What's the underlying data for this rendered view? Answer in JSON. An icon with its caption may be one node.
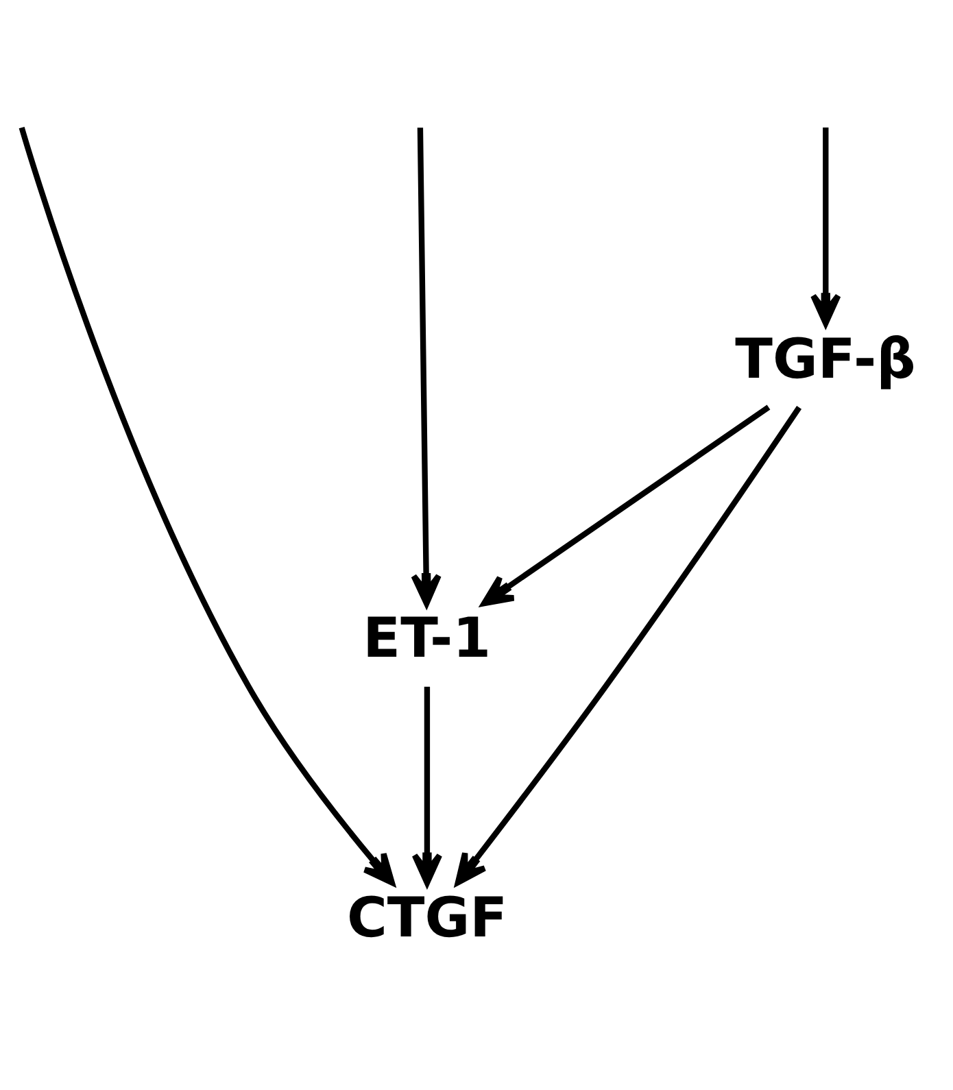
{
  "diagram": {
    "nodes": [
      {
        "text": [
          "TGF-β"
        ]
      },
      {
        "text": [
          "ET-1"
        ]
      },
      {
        "text": [
          "CTGF"
        ]
      }
    ],
    "edges": [
      {
        "from": null,
        "to": 1,
        "arrow": "to"
      },
      {
        "from": null,
        "to": 0,
        "arrow": "to"
      },
      {
        "from": null,
        "to": 2,
        "arrow": "to"
      },
      {
        "from": 0,
        "to": 1,
        "arrow": "to"
      },
      {
        "from": 0,
        "to": 2,
        "arrow": "to"
      },
      {
        "from": 1,
        "to": 2,
        "arrow": "to"
      }
    ]
  }
}
